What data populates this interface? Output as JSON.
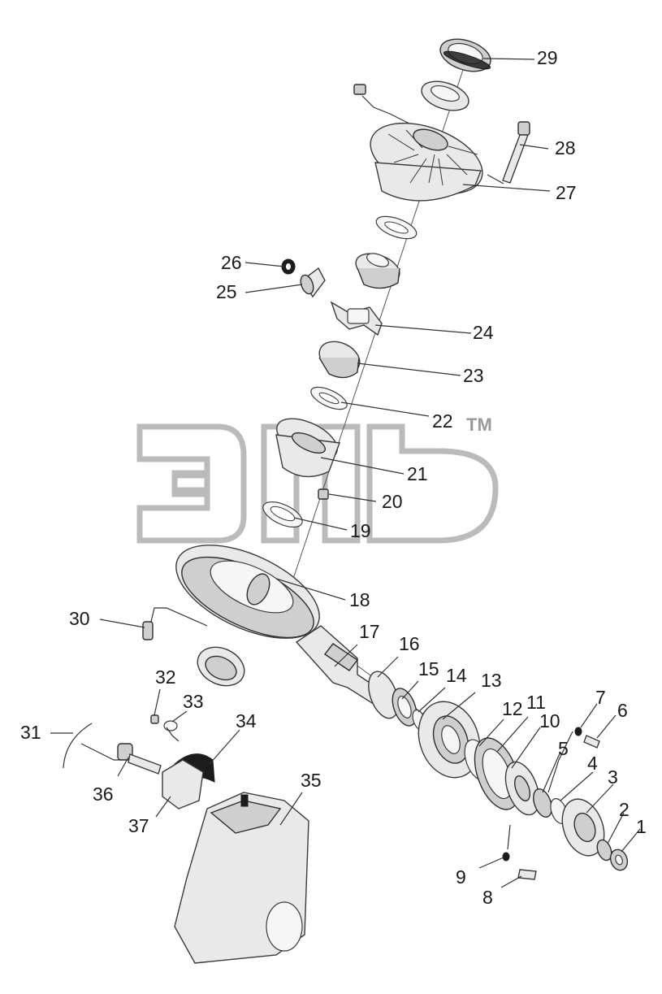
{
  "watermark": {
    "mark": "TM",
    "color": "#b4b4b4"
  },
  "callouts": [
    "1",
    "2",
    "3",
    "4",
    "5",
    "6",
    "7",
    "8",
    "9",
    "10",
    "11",
    "12",
    "13",
    "14",
    "15",
    "16",
    "17",
    "18",
    "19",
    "20",
    "21",
    "22",
    "23",
    "24",
    "25",
    "26",
    "27",
    "28",
    "29",
    "30",
    "31",
    "32",
    "33",
    "34",
    "35",
    "36",
    "37"
  ]
}
